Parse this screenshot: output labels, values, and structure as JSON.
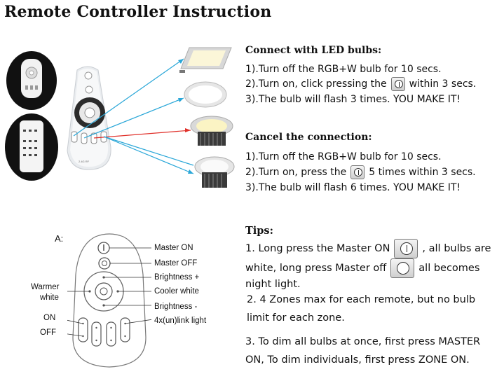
{
  "title": "Remote Controller Instruction",
  "connect": {
    "heading": "Connect with LED bulbs:",
    "step1": "1).Turn off the RGB+W bulb for 10 secs.",
    "step2_before": "2).Turn on, click pressing the",
    "step2_after": "within 3 secs.",
    "step3": "3).The bulb will flash 3 times.  YOU MAKE IT!"
  },
  "cancel": {
    "heading": "Cancel the connection:",
    "step1": "1).Turn off the RGB+W bulb for 10 secs.",
    "step2_before": "2).Turn on, press the",
    "step2_after": "5 times within 3 secs.",
    "step3": "3).The bulb will flash 6 times.  YOU MAKE IT!"
  },
  "diagram": {
    "label_a": "A:",
    "master_on": "Master ON",
    "master_off": "Master OFF",
    "brightness_plus": "Brightness +",
    "warmer_white_1": "Warmer",
    "warmer_white_2": "white",
    "cooler_white": "Cooler white",
    "brightness_minus": "Brightness -",
    "on": "ON",
    "off": "OFF",
    "link_light": "4x(un)link light"
  },
  "tips": {
    "heading": "Tips:",
    "tip1_a": "1. Long press the Master ON",
    "tip1_b": ", all bulbs are",
    "tip1_c": "white, long press Master off",
    "tip1_d": "all becomes",
    "tip1_e": "night light.",
    "tip2_a": "2. 4 Zones max for each remote, but no bulb",
    "tip2_b": "limit for each zone.",
    "tip3_a": "3. To dim all bulbs at once, first press MASTER",
    "tip3_b": "ON, To dim individuals, first press ZONE ON."
  },
  "colors": {
    "arrow": "#2aa7d8",
    "arrow_red": "#e0302a",
    "text": "#111111"
  }
}
